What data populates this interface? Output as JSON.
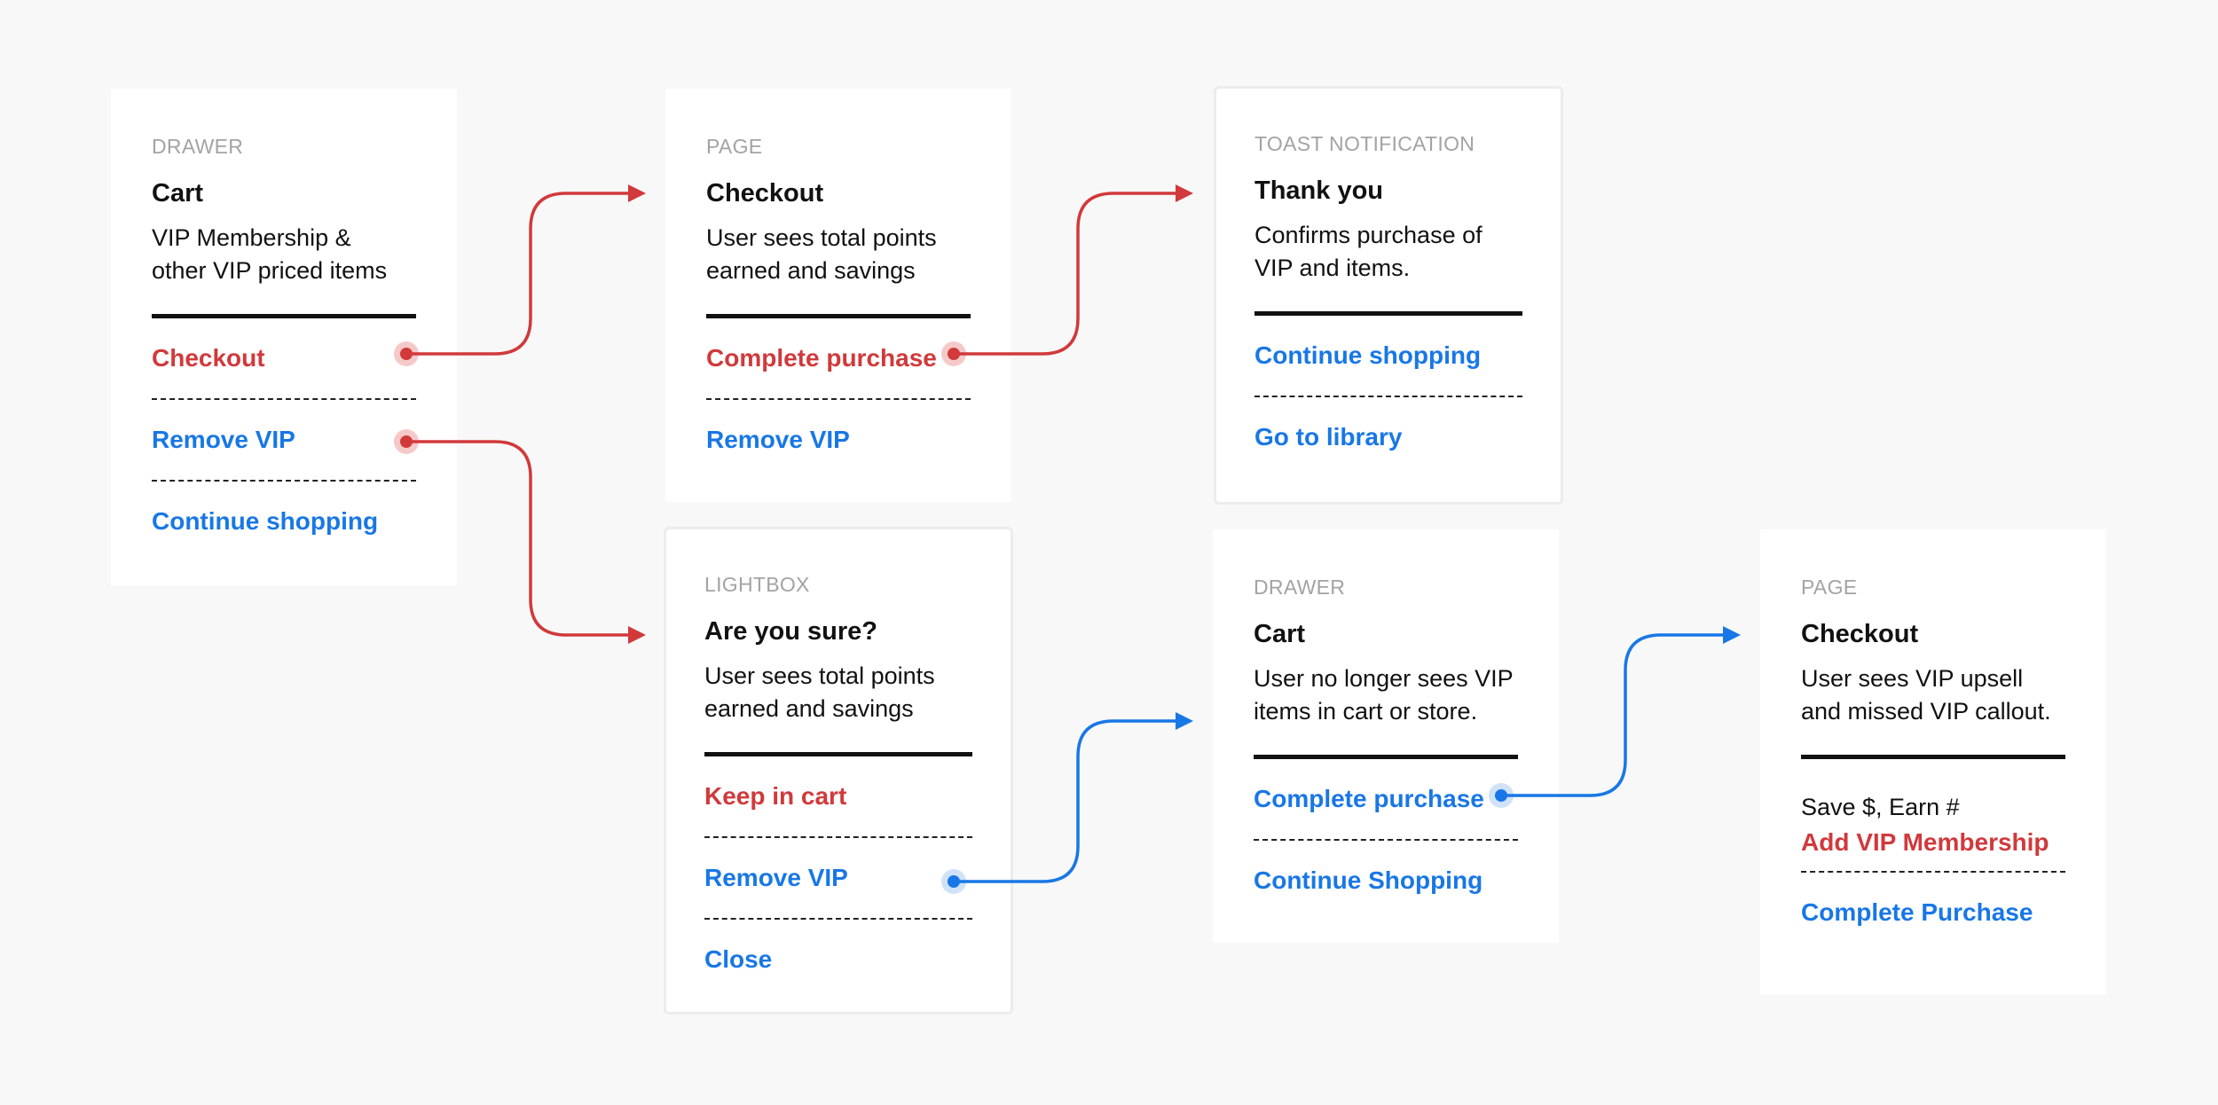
{
  "colors": {
    "red": "#d1393b",
    "blue": "#1877e6",
    "background": "#f8f8f8",
    "card": "#ffffff"
  },
  "cards": {
    "cart_drawer": {
      "type": "DRAWER",
      "title": "Cart",
      "desc_line1": "VIP Membership &",
      "desc_line2": "other VIP priced items",
      "actions": [
        "Checkout",
        "Remove VIP",
        "Continue shopping"
      ]
    },
    "checkout_page": {
      "type": "PAGE",
      "title": "Checkout",
      "desc_line1": "User sees total points",
      "desc_line2": "earned and savings",
      "actions": [
        "Complete purchase",
        "Remove VIP"
      ]
    },
    "thank_you_toast": {
      "type": "TOAST NOTIFICATION",
      "title": "Thank you",
      "desc_line1": "Confirms purchase of",
      "desc_line2": "VIP and items.",
      "actions": [
        "Continue shopping",
        "Go to library"
      ]
    },
    "are_you_sure_lightbox": {
      "type": "LIGHTBOX",
      "title": "Are you sure?",
      "desc_line1": "User sees total points",
      "desc_line2": "earned and savings",
      "actions": [
        "Keep in cart",
        "Remove VIP",
        "Close"
      ]
    },
    "cart_no_vip_drawer": {
      "type": "DRAWER",
      "title": "Cart",
      "desc_line1": "User no longer sees VIP",
      "desc_line2": "items in cart or store.",
      "actions": [
        "Complete purchase",
        "Continue Shopping"
      ]
    },
    "checkout_upsell_page": {
      "type": "PAGE",
      "title": "Checkout",
      "desc_line1": "User sees VIP upsell",
      "desc_line2": "and missed VIP callout.",
      "note": "Save $, Earn #",
      "upsell_action": "Add VIP Membership",
      "actions": [
        "Complete Purchase"
      ]
    }
  },
  "connectors": [
    {
      "from": "cart_drawer.Checkout",
      "to": "checkout_page",
      "color": "red"
    },
    {
      "from": "checkout_page.Complete purchase",
      "to": "thank_you_toast",
      "color": "red"
    },
    {
      "from": "cart_drawer.Remove VIP",
      "to": "are_you_sure_lightbox",
      "color": "red"
    },
    {
      "from": "are_you_sure_lightbox.Remove VIP",
      "to": "cart_no_vip_drawer",
      "color": "blue"
    },
    {
      "from": "cart_no_vip_drawer.Complete purchase",
      "to": "checkout_upsell_page",
      "color": "blue"
    }
  ]
}
